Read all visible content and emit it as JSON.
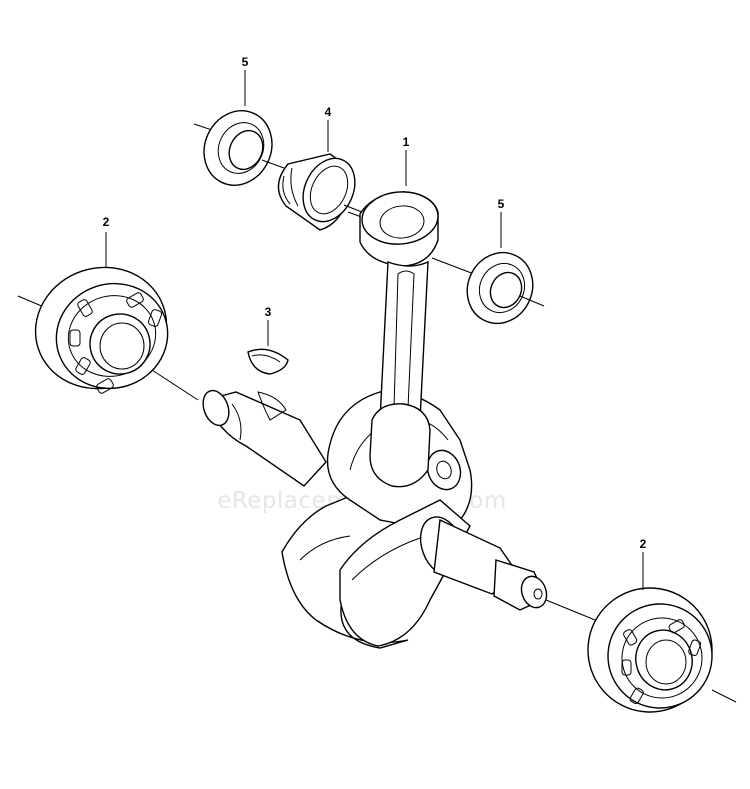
{
  "watermark": "eReplacementParts.com",
  "callouts": {
    "seal_top_left": "5",
    "needle_bearing": "4",
    "connecting_rod": "1",
    "seal_right": "5",
    "ball_bearing_left": "2",
    "woodruff_key": "3",
    "ball_bearing_right": "2"
  }
}
